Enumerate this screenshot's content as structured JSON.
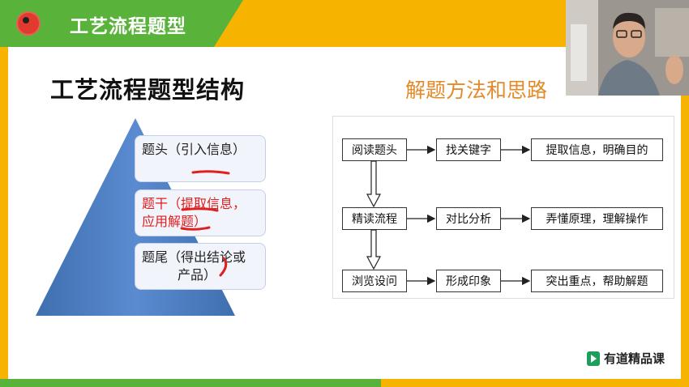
{
  "header": {
    "title": "工艺流程题型"
  },
  "slide": {
    "title": "工艺流程题型结构",
    "subtitle": "解题方法和思路"
  },
  "pyramid": {
    "tiers": [
      {
        "line1": "题头（引入信息）",
        "line2": ""
      },
      {
        "line1": "题干（提取信息，",
        "line2": "应用解题）"
      },
      {
        "line1": "题尾（得出结论或",
        "line2": "产品）"
      }
    ]
  },
  "flowchart": {
    "rows": [
      [
        "阅读题头",
        "找关键字",
        "提取信息，明确目的"
      ],
      [
        "精读流程",
        "对比分析",
        "弄懂原理，理解操作"
      ],
      [
        "浏览设问",
        "形成印象",
        "突出重点，帮助解题"
      ]
    ]
  },
  "brand": {
    "label": "有道精品课"
  },
  "colors": {
    "frame": "#f6b400",
    "header_green": "#59b33b",
    "pyramid_blue": "#4f7fbf",
    "annotation_red": "#e01f1f",
    "subtitle_orange": "#e38a2a"
  }
}
